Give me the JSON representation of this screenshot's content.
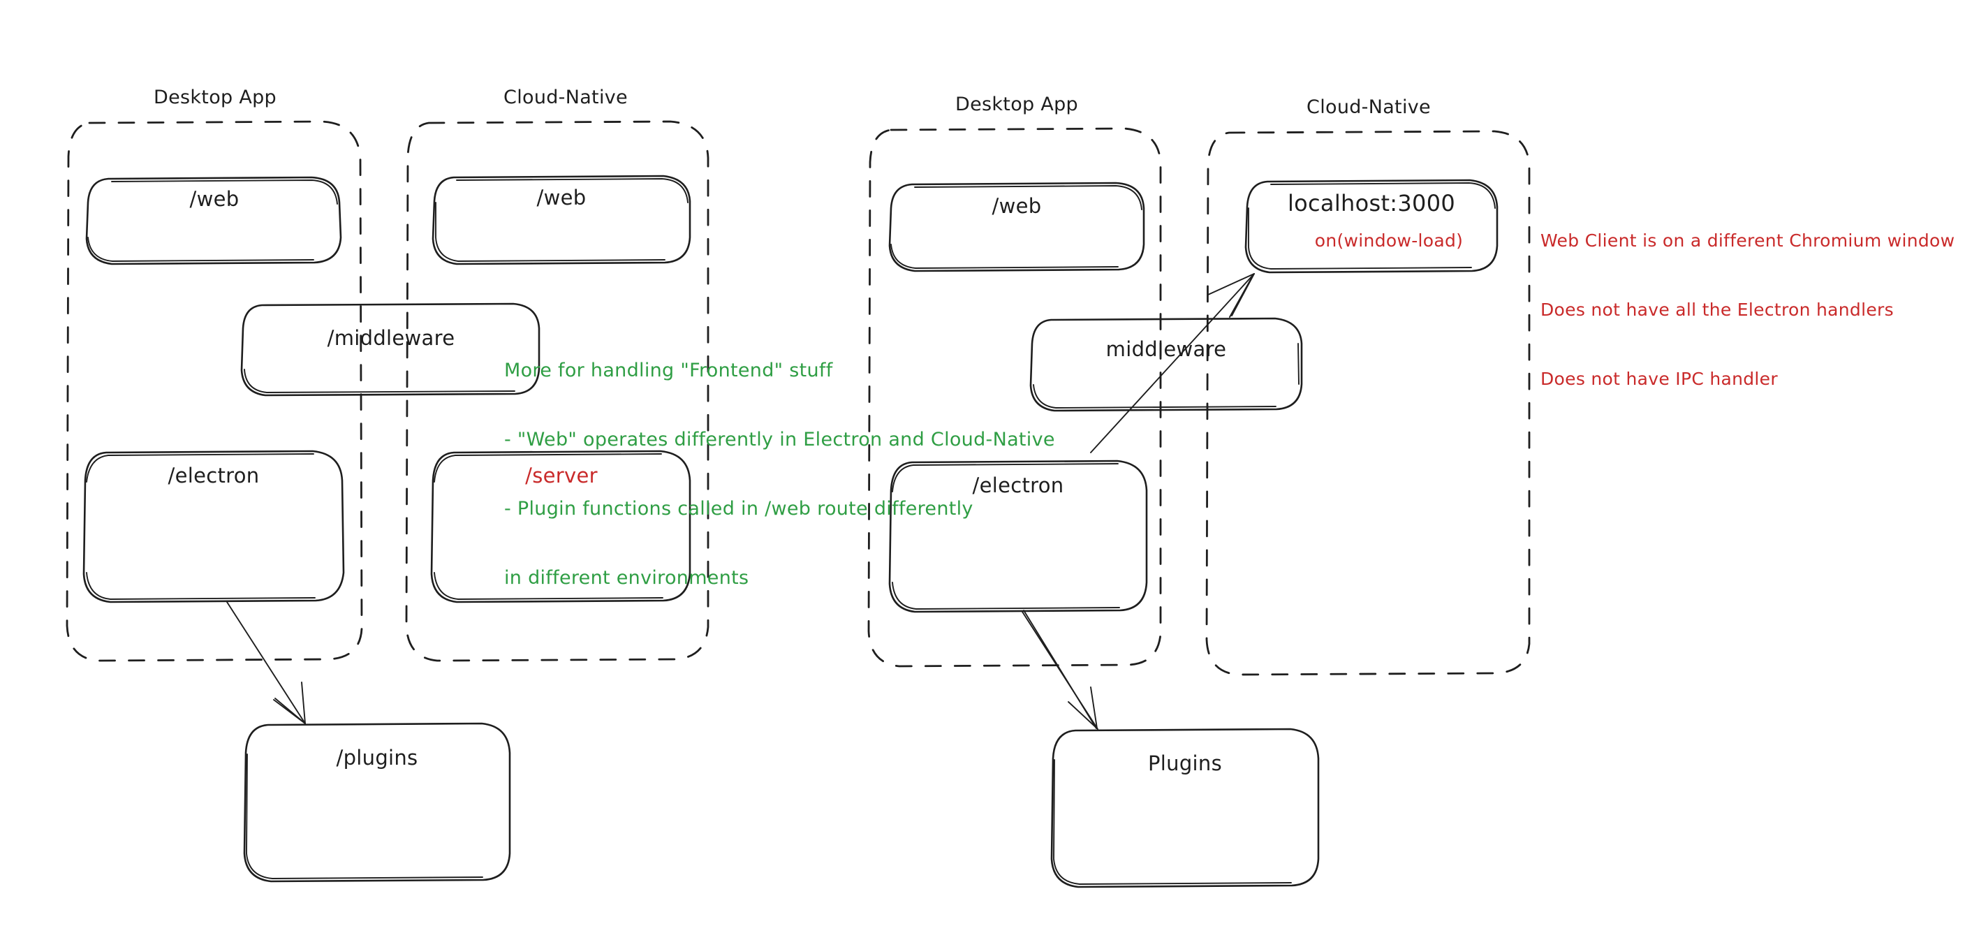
{
  "diagram": {
    "title": "Desktop App vs Cloud-Native architecture sketch",
    "style": "hand-drawn",
    "background_color": "#ffffff",
    "palette": {
      "ink": "#1e1e1e",
      "red": "#c92a2a",
      "green": "#2f9e44"
    },
    "left_system": {
      "groups": [
        {
          "id": "left-desktop-app",
          "label": "Desktop App",
          "nodes": [
            {
              "id": "left-desktop-web",
              "label": "/web",
              "color": "#1e1e1e"
            },
            {
              "id": "left-desktop-electron",
              "label": "/electron",
              "color": "#1e1e1e"
            }
          ]
        },
        {
          "id": "left-cloud-native",
          "label": "Cloud-Native",
          "nodes": [
            {
              "id": "left-cloud-web",
              "label": "/web",
              "color": "#1e1e1e"
            },
            {
              "id": "left-cloud-server",
              "label": "/server",
              "color": "#c92a2a"
            }
          ]
        }
      ],
      "shared_nodes": [
        {
          "id": "left-middleware",
          "label": "/middleware",
          "color": "#1e1e1e"
        }
      ],
      "outside_nodes": [
        {
          "id": "left-plugins",
          "label": "/plugins",
          "color": "#1e1e1e"
        }
      ],
      "arrows": [
        {
          "id": "left-electron-to-plugins",
          "from": "left-desktop-electron",
          "to": "left-plugins"
        }
      ]
    },
    "right_system": {
      "groups": [
        {
          "id": "right-desktop-app",
          "label": "Desktop App",
          "nodes": [
            {
              "id": "right-desktop-web",
              "label": "/web",
              "color": "#1e1e1e"
            },
            {
              "id": "right-desktop-electron",
              "label": "/electron",
              "color": "#1e1e1e"
            }
          ]
        },
        {
          "id": "right-cloud-native",
          "label": "Cloud-Native",
          "nodes": [
            {
              "id": "right-localhost",
              "label": "localhost:3000",
              "sublabel": "on(window-load)",
              "color": "#1e1e1e",
              "sublabel_color": "#c92a2a"
            }
          ]
        }
      ],
      "shared_nodes": [
        {
          "id": "right-middleware",
          "label": "middleware",
          "color": "#1e1e1e"
        }
      ],
      "outside_nodes": [
        {
          "id": "right-plugins",
          "label": "Plugins",
          "color": "#1e1e1e"
        }
      ],
      "arrows": [
        {
          "id": "right-electron-to-localhost",
          "from": "right-desktop-electron",
          "to": "right-localhost"
        },
        {
          "id": "right-electron-to-plugins",
          "from": "right-desktop-electron",
          "to": "right-plugins"
        }
      ]
    },
    "annotations": [
      {
        "id": "green-note",
        "color": "#2f9e44",
        "lines": [
          "More for handling \"Frontend\" stuff",
          "- \"Web\" operates differently in Electron and Cloud-Native",
          "- Plugin functions called in /web route differently",
          "in different environments"
        ]
      },
      {
        "id": "red-note",
        "color": "#c92a2a",
        "lines": [
          "Web Client is on a different Chromium window",
          "Does not have all the Electron handlers",
          "Does not have IPC handler"
        ]
      }
    ]
  }
}
